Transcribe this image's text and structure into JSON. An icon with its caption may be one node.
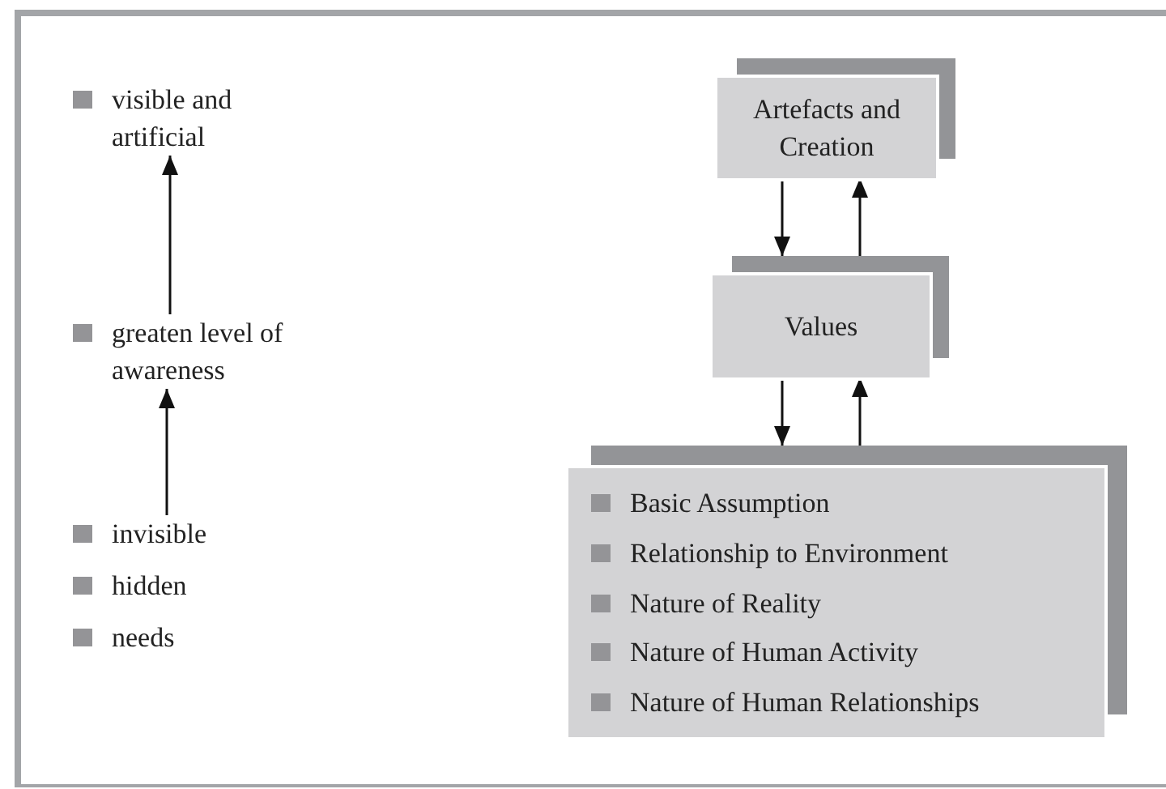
{
  "diagram": {
    "nodes": [
      {
        "text": [
          "visible and artificial"
        ]
      },
      {
        "text": [
          "greaten level of awareness"
        ]
      },
      {
        "text": [
          "invisible",
          "hidden",
          "needs"
        ]
      },
      {
        "text": [
          "Artefacts and Creation"
        ]
      },
      {
        "text": [
          "Values"
        ]
      },
      {
        "text": [
          "Basic Assumption",
          "Relationship to Environment",
          "Nature of Reality",
          "Nature of Human Activity",
          "Nature of Human Relationships"
        ]
      }
    ],
    "edges": [
      {
        "from": 1,
        "to": 0,
        "arrow": "to"
      },
      {
        "from": 2,
        "to": 1,
        "arrow": "to"
      },
      {
        "from": 3,
        "to": 4,
        "arrow": "to"
      },
      {
        "from": 4,
        "to": 3,
        "arrow": "to"
      },
      {
        "from": 4,
        "to": 5,
        "arrow": "to"
      },
      {
        "from": 5,
        "to": 4,
        "arrow": "to"
      }
    ]
  }
}
